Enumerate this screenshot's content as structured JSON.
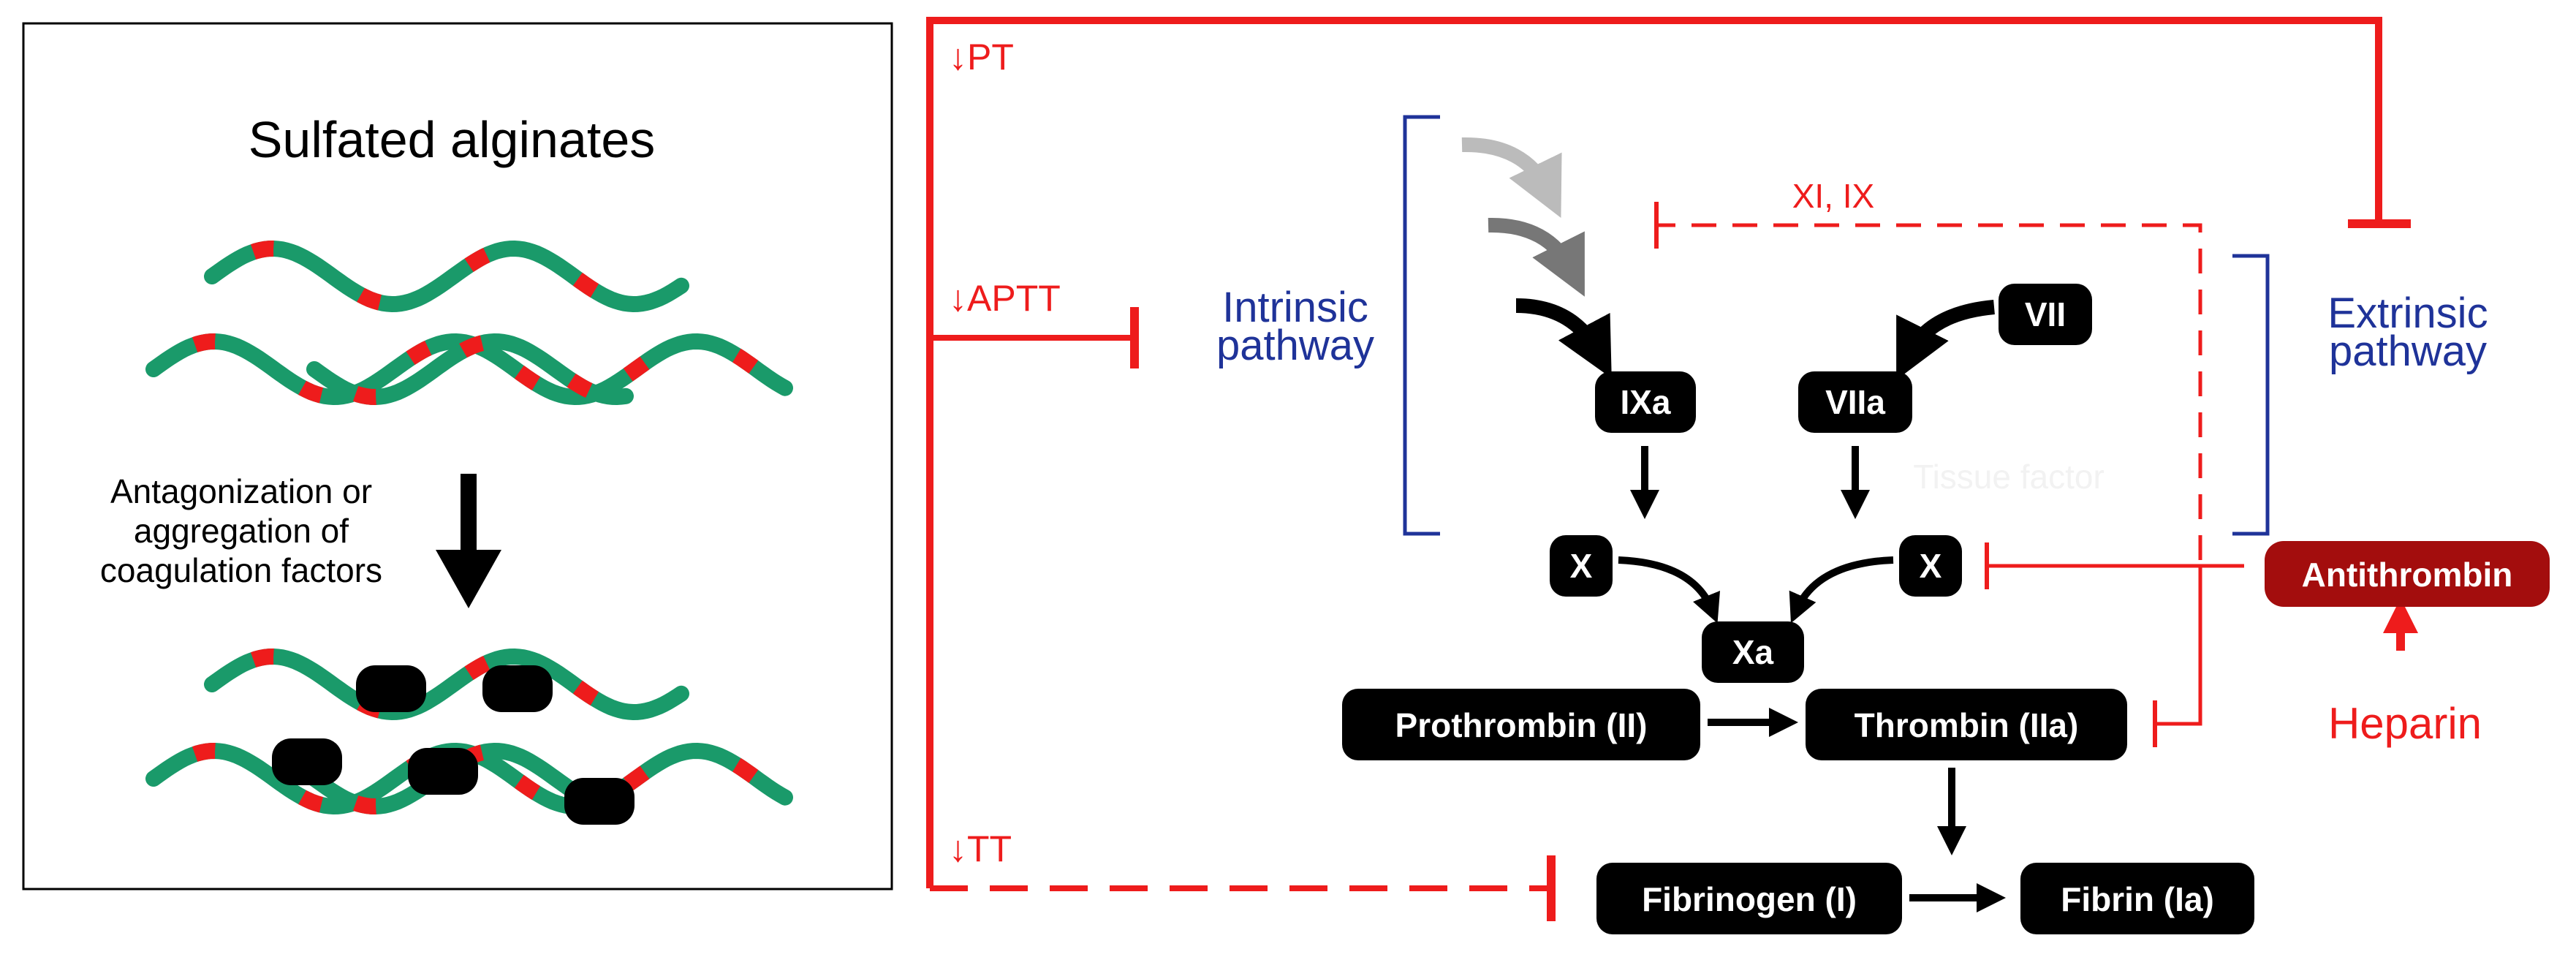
{
  "left_panel": {
    "title": "Sulfated alginates",
    "mechanism_lines": [
      "Antagonization or",
      "aggregation of",
      "coagulation factors"
    ]
  },
  "tests": {
    "pt": "↓PT",
    "aptt": "↓APTT",
    "tt": "↓TT"
  },
  "pathways": {
    "intrinsic": [
      "Intrinsic",
      "pathway"
    ],
    "extrinsic": [
      "Extrinsic",
      "pathway"
    ],
    "inhibited_factors": "XI, IX",
    "tissue_factor": "Tissue factor"
  },
  "factors": {
    "ixa": "IXa",
    "vii": "VII",
    "viia": "VIIa",
    "x_left": "X",
    "x_right": "X",
    "xa": "Xa",
    "prothrombin": "Prothrombin (II)",
    "thrombin": "Thrombin (IIa)",
    "fibrinogen": "Fibrinogen (I)",
    "fibrin": "Fibrin (Ia)"
  },
  "anticoagulant": {
    "antithrombin": "Antithrombin",
    "heparin": "Heparin"
  },
  "colors": {
    "inhibition_red": "#ee1c1c",
    "pathway_blue": "#1f3399",
    "node_black": "#000000",
    "antithrombin_fill": "#a30d0d",
    "strand_green": "#1a9a6a",
    "strand_segment": "#ee1c1c"
  }
}
